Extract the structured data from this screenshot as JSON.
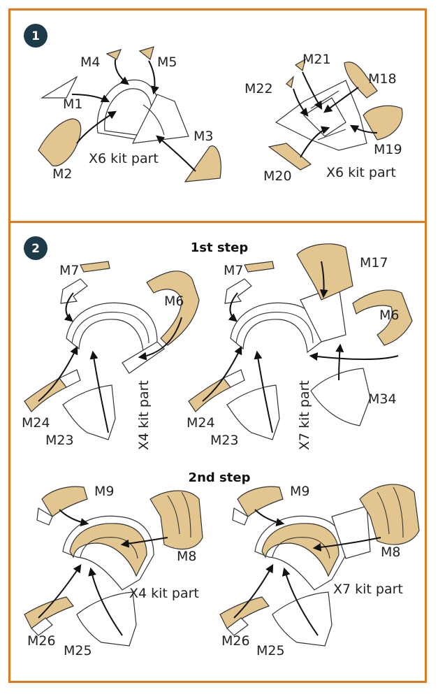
{
  "colors": {
    "frame": "#E07A20",
    "badge": "#1C3A48",
    "part_tan": "#E3C68F"
  },
  "panel1": {
    "badge": "1",
    "labels": {
      "m4": "M4",
      "m5": "M5",
      "m1": "M1",
      "m2": "M2",
      "m3": "M3",
      "kit_a": "X6 kit part",
      "m21": "M21",
      "m22": "M22",
      "m18": "M18",
      "m19": "M19",
      "m20": "M20",
      "kit_b": "X6 kit part"
    }
  },
  "panel2": {
    "badge": "2",
    "step1_title": "1st step",
    "step2_title": "2nd step",
    "labels": {
      "a_m7": "M7",
      "a_m6": "M6",
      "a_m24": "M24",
      "a_m23": "M23",
      "a_kit": "X4 kit part",
      "b_m7": "M7",
      "b_m17": "M17",
      "b_m6": "M6",
      "b_m34": "M34",
      "b_m24": "M24",
      "b_m23": "M23",
      "b_kit": "X7 kit part",
      "c_m9": "M9",
      "c_m8": "M8",
      "c_kit": "X4 kit part",
      "c_m26": "M26",
      "c_m25": "M25",
      "d_m9": "M9",
      "d_m8": "M8",
      "d_kit": "X7 kit part",
      "d_m26": "M26",
      "d_m25": "M25"
    }
  }
}
